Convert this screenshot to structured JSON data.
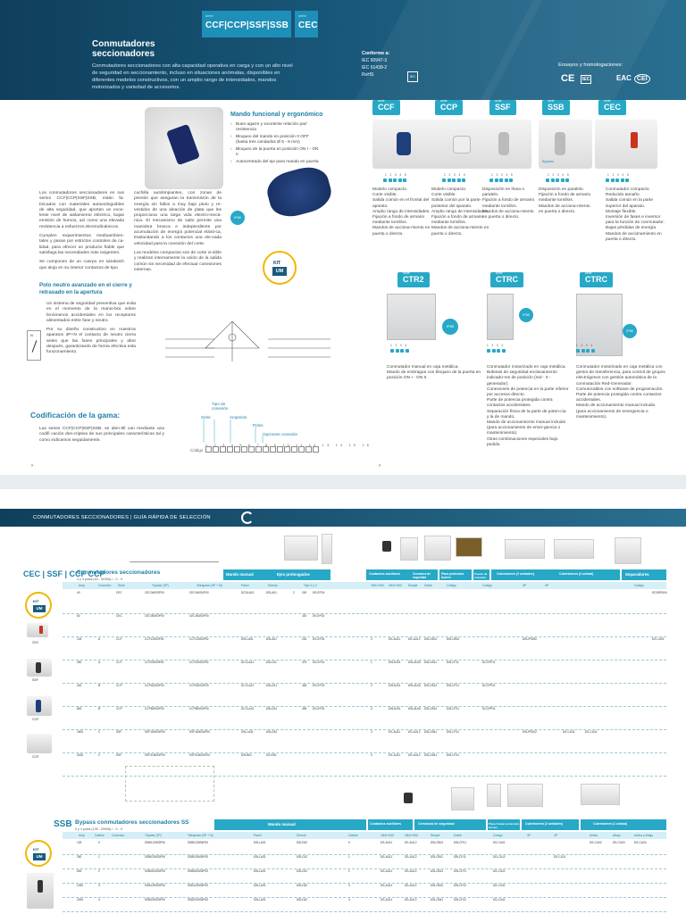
{
  "top_page": {
    "banner": {
      "title": "Conmutadores\nseccionadores",
      "description": "Conmutadores seccionadores con alta capacidad operativa en carga y con un alto nivel de seguridad en seccionamiento, incluso en situaciones anómalas, disponibles en diferentes modelos constructivos, con un amplio rango de intensidades, mandos motorizados y variedad de accesorios.",
      "serie_left_small": "serie",
      "serie_left": "CCF|CCP|SSF|SSB",
      "serie_right_small": "serie",
      "serie_right": "CEC",
      "conforme_label": "Conforme a:",
      "conforme_norms": [
        "IEC 60947-3",
        "IEC 61439-2",
        "RoHS"
      ],
      "conforme_logo": "IEC",
      "ensayos": "Ensayos y homologaciones:",
      "certs": [
        "CE",
        "IEC",
        "EAC",
        "CEI"
      ]
    },
    "products": [
      {
        "small": "serie",
        "code": "CCF",
        "marks": "1 2 3 4 5",
        "text": "Modelo compacto.\nCorte visible.\nSalida común en el frontal del aparato.\nAmplio rango de intensidades.\nFijación a fondo de armario mediante tornillos.\nMandos de acciona-miento en puerta o directo."
      },
      {
        "small": "serie",
        "code": "CCP",
        "marks": "1 2 3 4 5",
        "text": "Modelo compacto.\nCorte visible.\nSalida común por la parte posterior del aparato.\nAmplio rango de intensidades.\nFijación a fondo de armario mediante tornillos.\nMandos de acciona-miento en puerta o directo."
      },
      {
        "small": "serie",
        "code": "SSF",
        "marks": "1 2 3 4 5",
        "text": "Disposición en línea o paralelo.\nFijación a fondo de armario mediante tornillos.\nMandos de acciona-miento en puerta o directo."
      },
      {
        "small": "serie",
        "code": "SSB",
        "marks": "1 2 3 4 5",
        "bypass": "Bypass",
        "text": "Disposición en paralelo.\nFijación a fondo de armario mediante tornillos.\nMandos de acciona-miento en puerta o directo."
      },
      {
        "small": "serie",
        "code": "CEC",
        "marks": "1 2 3 4 5",
        "text": "Conmutador compacto.\nReducido tamaño.\nSalida común en la parte superior del aparato.\nMontaje flexible.\nInversión de fases e inversor para la función de conmutador.\nBajas pérdidas de energía.\nMandos de accionamiento en puerta o directo."
      }
    ],
    "cabinets": [
      {
        "small": "serie",
        "code": "CTR2",
        "ip": "IP65",
        "marks": "1 2 3 4",
        "text": "Conmutador manual en caja metálica.\nMando de embrague con bloqueo de la puerta en posición ON I - ON II."
      },
      {
        "small": "serie",
        "code": "CTRC",
        "ip": "IP65",
        "marks": "1 2 3 4",
        "text": "Conmutador motorizado en caja metálica.\nBobinas de seguridad enclavamiento indicado-res de posición (red - 0 - generador).\nConexiones de potencia en la parte inferior por accesos directo.\nParte de potencia protegida contra contactos accidentales.\nSeparación física de la parte de poten-cia y la de mando.\nMando de accionamiento manual incluido (para accionamiento de emer-gencia o mantenimiento).\nOtras combinaciones especiales bajo pedido."
      },
      {
        "small": "serie",
        "code": "CTRC",
        "ip": "IP66",
        "marks": "1 2 3 4",
        "text": "Conmutador motorizado en caja metálica con gestor de transferencia, para control de grupos electrógenos con gestión automática de la conmutación Red-Generador.\nComunicables con software de programación.\nParte de potencia protegida contra contactos accidentales.\nMando de accionamiento manual incluido (para accionamiento de emergencia o mantenimiento)."
      }
    ],
    "intro": {
      "col1_p1": "Los conmutadores seccionadores en sus series CCF|CCP|SSF|SSB, están fa-bricados con materiales autoextinguibles de alta seguridad, que aportan un exce-lente nivel de aislamiento eléctrico, bajas emisión de humos, así como una elevada resistencia a esfuerzos electrodinámicos.",
      "col1_p2": "Cumplen requerimientos medioambien-tales y pasan por estrictos controles de ca-lidad, para ofrecer un producto fiable que satisfaga las necesidades más exigentes.",
      "col1_p3": "Se componen de un cuerpo en sándwich que aloja en su interior contactos de tipo",
      "col2_p1": "cuchilla autolimpiantes, con zonas de presión que aseguran la transmisión de la energía sin fallos a muy bajo pluto y re-vestidos de una aleación de plata que les proporciona una larga vida electro-mecá-nica. El mecanismo de salto permite una maniobra brusca e independiente por acumulación de energía potencial elásti-ca, traslandando a los contactos una ele-vada velocidad para la conexión del corte.",
      "col2_p2": "Los modelos compactos son de corte vi-sible y realizan internamente la unión de la salida común sin necesidad de efectuar conexiones externas."
    },
    "mando": {
      "title": "Mando funcional y ergonómico",
      "items": [
        "Buen agarre y excelente relación par/ resistencia",
        "Bloqueo del mando en posición 0 OFF (hasta tres candados Ø 5 - 8 mm)",
        "Bloqueo de la puerta en posición ON I - ON II",
        "Autocentrado del eje para mando en puerta"
      ],
      "ip": "IP65",
      "kit": "KIT",
      "kit_um": "UM"
    },
    "polo": {
      "title": "Polo neutro avanzado en el cierre y retrasado en la apertura",
      "p1": "Un sistema de seguridad preventiva que evita en el momento de la manio-bra sobre fenómenos accidentales en los receptores alimentados entre fase y neutro.",
      "p2": "Por su diseño constructivo en nuestros aparatos 3P+N el contacto de neutro cierra antes que las fases principales y abre después, garantizando de forma efectiva esta funcionamiento."
    },
    "codificacion": {
      "title": "Codificación de la gama:",
      "text": "Las series CCF|CCP|SSF|SSB, se iden-tifi can mediante una codifi cación des-criptiva de sus principales características tal y como indicamos seguidamente.",
      "labels": [
        "Serie",
        "Tipo de conexión",
        "Amperios",
        "Polos",
        "Opciones conexión"
      ],
      "code_label": "Código",
      "numbers": "1 2 3 4 5 6 7 8 9 10 11 12 13 14 15 16"
    },
    "page_marks": [
      "›",
      "›"
    ]
  },
  "bottom_page": {
    "bar_title": "CONMUTADORES SECCIONADORES | GUÍA RÁPIDA DE SELECCIÓN",
    "sec1": {
      "code": "CEC | SSF | CCF CCP",
      "title": "Conmutadores seccionadores",
      "sub": "3 y 4 polos (40 - 3150A) I - 0 - II",
      "bands": [
        "Mando manual",
        "Ejes prolongados",
        "Contactos auxiliares",
        "Cerradura de seguridad",
        "Placa protectora bornes",
        "Puente de conexión",
        "Cubrebornes (2 unidades)",
        "Cubrebornes (3 unidad)",
        "Separadores"
      ],
      "subheads": [
        "Amp",
        "Conexión",
        "Serie",
        "Tripolar (3P)",
        "Tetrapolar (3P + N)",
        "Panel",
        "Directo",
        "Tipo 1 y 2",
        "1NA+1NC",
        "2NA+2NC",
        "Simple",
        "Doble",
        "Código",
        "Código",
        "3P",
        "4P",
        "Código"
      ],
      "rows": [
        [
          "40",
          "",
          "CEC",
          "CEC040S3P00",
          "CEC040S4P00",
          "DCDLA01",
          "DSLA01",
          "2",
          "200",
          "DS-EP24",
          "",
          "",
          "",
          "",
          "",
          "",
          "",
          "",
          "",
          "",
          "",
          "",
          "DCDRS004",
          "DCDS082"
        ],
        [
          "63",
          "",
          "CEC",
          "CEC063S3P00",
          "CEC063S4P00",
          "",
          "",
          "",
          "320",
          "DS-EP32",
          "",
          "",
          "",
          "",
          "",
          "",
          "",
          "",
          "",
          "",
          "",
          "",
          "",
          ""
        ],
        [
          "125",
          "A",
          "CCF",
          "CCF125S3P00",
          "CCF125S4P00",
          "DSLLA01",
          "DSLA01",
          "",
          "200",
          "DS-EP24",
          "3",
          "DS-AU11",
          "DS-AU12",
          "DSLCB01",
          "DSLCB02",
          "",
          "DSUP0250",
          "",
          "",
          "",
          "",
          "",
          "DS-CU01",
          "DS-FP01"
        ],
        [
          "250",
          "A",
          "CCF",
          "CCF250S3P00",
          "CCF250S4P00",
          "DCCLA11",
          "DSLD11",
          "",
          "375",
          "DS-EP14",
          "1",
          "DSLBJ01",
          "DSLAU02",
          "DSLCB11",
          "DSLCF11",
          "DCCPP11",
          "",
          "",
          "",
          "",
          "",
          "",
          "",
          ""
        ],
        [
          "400",
          "B",
          "CCP",
          "CCP400S3P00",
          "CCP400S4P00",
          "DCCLA21",
          "DSLD21",
          "",
          "345",
          "DS-EP23",
          "2",
          "DSLBJ01",
          "DSLAU02",
          "DSLCB21",
          "DSLCF21",
          "DCCPP21",
          "",
          "",
          "",
          "",
          "",
          "",
          "",
          ""
        ],
        [
          "800",
          "B",
          "CCP",
          "CCP800S3P00",
          "CCP800S4P00",
          "DCCLA31",
          "DSLD31",
          "",
          "345",
          "DS-EP23",
          "3",
          "DSLBJ01",
          "DSLAU02",
          "DSLCB31",
          "DSLCF31",
          "DCCPP31",
          "",
          "",
          "",
          "",
          "",
          "",
          "",
          ""
        ],
        [
          "1600",
          "C",
          "SSF",
          "SSF1600S3P00",
          "SSF1600S4P00",
          "DSLLA31",
          "DSLD32",
          "",
          "",
          "",
          "3",
          "DS-AU11",
          "DS-AU12",
          "DSLCB41",
          "DSLCF41",
          "",
          "DSUP0102",
          "",
          "DS-CU41",
          "DS-CU41",
          "",
          "",
          "",
          ""
        ],
        [
          "3150",
          "C",
          "SSF",
          "SSF3150S3P00",
          "SSF3150S4P00",
          "DSLB01",
          "DS-EB1",
          "",
          "",
          "",
          "3",
          "DS-AU11",
          "DS-AU12",
          "DSLCB41",
          "DSLCF41",
          "",
          "",
          "",
          "",
          "",
          "",
          "",
          "",
          ""
        ]
      ],
      "photo_labels": [
        "CEC",
        "SSF",
        "CCF",
        "CCP"
      ],
      "kit": "KIT",
      "kit_um": "UM"
    },
    "sec2": {
      "code": "SSB",
      "title": "Bypass conmutadores seccionadores SS",
      "sub": "3 y 4 polos (125 - 2000A) I - 0 - II",
      "bands": [
        "Mando manual",
        "Contactos auxiliares",
        "Cerradura de seguridad",
        "Placa frontal protección bornes",
        "Cubrebornes (2 unidades)",
        "Cubrebornes (1 unidad)"
      ],
      "subheads": [
        "Amp",
        "Calibre",
        "Conexión",
        "Tripolar (3P)",
        "Tetrapolar (3P + N)",
        "Panel",
        "Directo",
        "Calibre",
        "1NA+1NC",
        "2NA+2NC",
        "Simple",
        "Doble",
        "Código",
        "3P",
        "4P",
        "Arriba",
        "Abajo",
        "Arriba y Abajo"
      ],
      "rows": [
        [
          "125",
          "0",
          "",
          "SSB0125S3P00",
          "SSB0125S4P00",
          "DSLLA01",
          "DSLD02",
          "0",
          "DS-AU11",
          "DS-AU12",
          "DSLCB01",
          "DSLCF01",
          "DS-CU01",
          "",
          "",
          "DS-CU02",
          "DS-CU03",
          "DS-CU04"
        ],
        [
          "250",
          "1",
          "",
          "SSB0250S3P00",
          "SSB0250S4P00",
          "DSLLA01",
          "DSLD12",
          "1",
          "DS-AU11",
          "DS-AU12",
          "DSLCB11",
          "DSLCF11",
          "DS-CU12",
          "",
          "DS-CU11",
          "",
          "",
          ""
        ],
        [
          "630",
          "2",
          "",
          "SSB0630S3P00",
          "SSB0630S4P00",
          "DSLLA01",
          "DSLD22",
          "2",
          "DS-AU11",
          "DS-AU12",
          "DSLCB21",
          "DSLCF21",
          "DS-CU21",
          "",
          "",
          "",
          "",
          ""
        ],
        [
          "1250",
          "3",
          "",
          "SSB1250S3P00",
          "SSB1250S4P00",
          "DSLLA01",
          "DSLD32",
          "3",
          "DS-AU11",
          "DS-AU12",
          "DSLCB31",
          "DSLCF31",
          "DS-CU31",
          "",
          "",
          "",
          "",
          ""
        ],
        [
          "2000",
          "4",
          "",
          "SSB2000S3P00",
          "SSB2000S4P00",
          "DSLLA01",
          "DSLD42",
          "4",
          "DS-AU11",
          "DS-AU12",
          "DSLCB41",
          "DSLCF41",
          "DS-CU41",
          "",
          "",
          "",
          "",
          ""
        ]
      ],
      "kit": "KIT",
      "kit_um": "UM"
    }
  }
}
